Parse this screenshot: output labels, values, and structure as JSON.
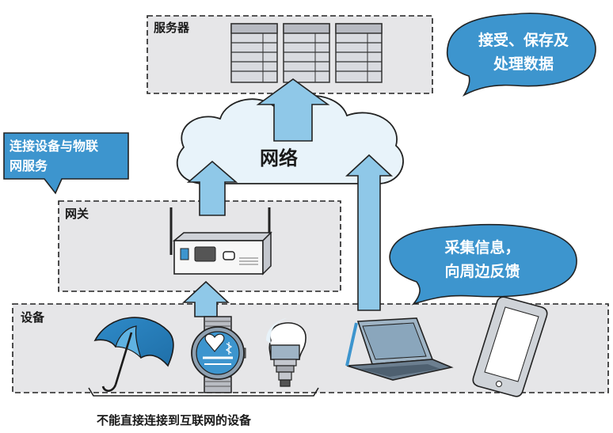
{
  "labels": {
    "server_box": "服务器",
    "gateway_box": "网关",
    "devices_box": "设备",
    "network": "网络",
    "bottom_note": "不能直接连接到互联网的设备"
  },
  "callouts": {
    "server_line1": "接受、保存及",
    "server_line2": "处理数据",
    "gateway_line1": "连接设备与物联",
    "gateway_line2": "网服务",
    "device_line1": "采集信息，",
    "device_line2": "向周边反馈"
  },
  "colors": {
    "box_fill": "#e6e6e8",
    "callout_fill": "#3d95ce",
    "cloud_fill": "#e8f3fa",
    "arrow_fill": "#8fc8e8"
  },
  "icons": [
    "server-rack-icon",
    "gateway-router-icon",
    "umbrella-icon",
    "smartwatch-icon",
    "lightbulb-icon",
    "laptop-icon",
    "smartphone-icon"
  ]
}
